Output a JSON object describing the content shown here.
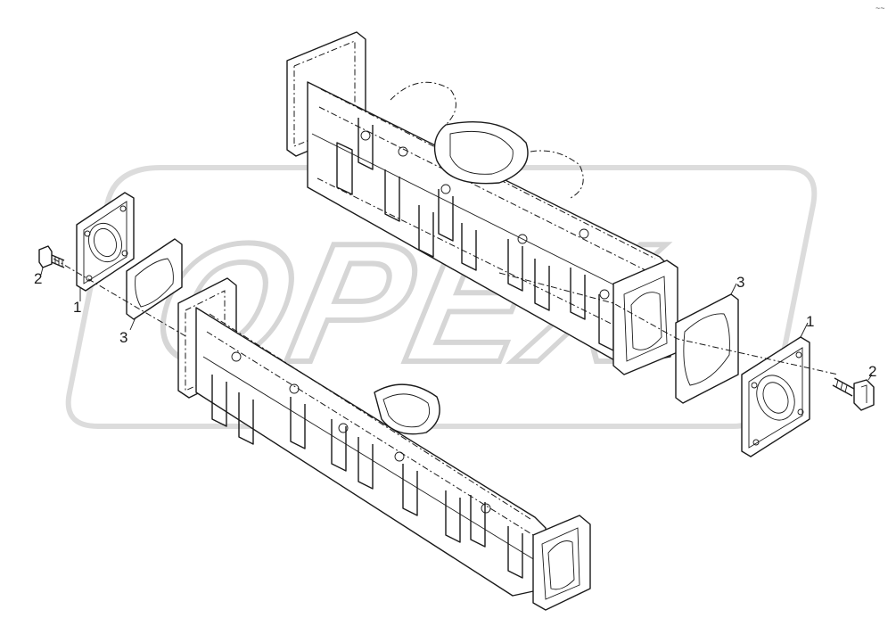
{
  "watermark": {
    "text": "OPEX"
  },
  "corner_mark": "~~",
  "callouts": {
    "left_flange": "1",
    "left_bolt": "2",
    "left_gasket": "3",
    "right_gasket": "3",
    "right_flange": "1",
    "right_bolt": "2"
  },
  "colors": {
    "line": "#1a1a1a",
    "watermark": "#d6d6d6",
    "background": "#ffffff"
  }
}
